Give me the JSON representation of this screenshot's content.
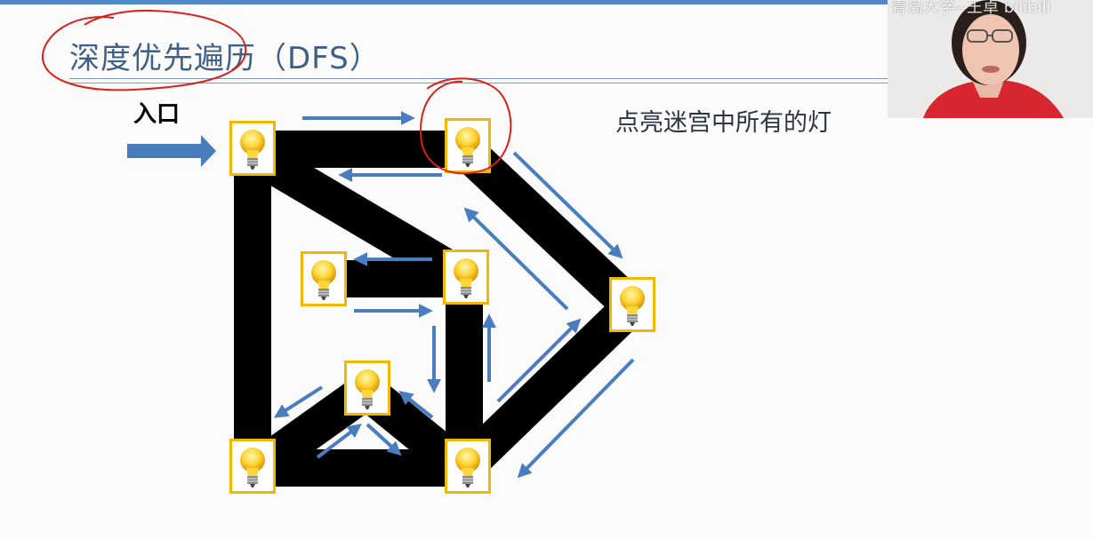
{
  "slide": {
    "title": "深度优先遍历（DFS）",
    "entry_label": "入口",
    "subtitle": "点亮迷宫中所有的灯"
  },
  "webcam": {
    "watermark": "青岛大学--王卓 bilibili"
  },
  "colors": {
    "accent": "#4a7dbd",
    "title": "#3f5f86",
    "maze_wall": "#000000",
    "bulb_frame": "#f0b800",
    "bulb_glass": "#ffd84a",
    "annotation_ink": "#d9201a"
  },
  "diagram": {
    "bulbs": [
      {
        "id": "entrance-bulb"
      },
      {
        "id": "top-right-bulb"
      },
      {
        "id": "left-middle-bulb"
      },
      {
        "id": "center-bulb"
      },
      {
        "id": "far-right-bulb"
      },
      {
        "id": "triangle-top-bulb"
      },
      {
        "id": "bottom-left-bulb"
      },
      {
        "id": "bottom-right-bulb"
      }
    ],
    "icons": {
      "bulb": "lightbulb-icon",
      "arrow": "arrow-icon"
    }
  }
}
